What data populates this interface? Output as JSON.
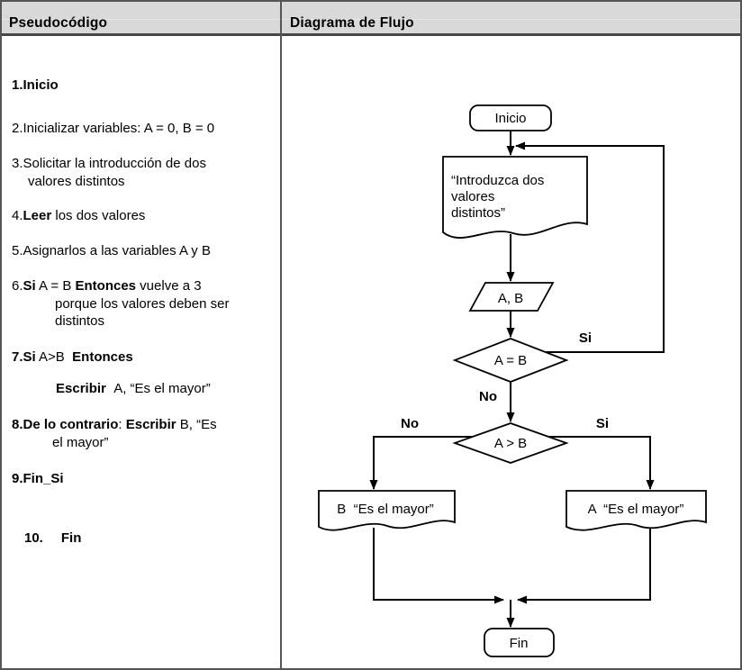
{
  "header": {
    "left": "Pseudocódigo",
    "right": "Diagrama de Flujo"
  },
  "colors": {
    "header_bg": "#d9d9d9",
    "table_border": "#555555",
    "flow_stroke": "#000000",
    "text": "#000000"
  },
  "pseudocode": {
    "item1": {
      "num": "1.",
      "text": "Inicio"
    },
    "item2": {
      "num": "2.",
      "text": "Inicializar variables: A = 0, B = 0"
    },
    "item3": {
      "num": "3.",
      "line1": "Solicitar la introducción de dos",
      "line2": "valores distintos"
    },
    "item4": {
      "num": "4.",
      "b1": "Leer",
      "t1": " los dos valores"
    },
    "item5": {
      "num": "5.",
      "text": "Asignarlos a las variables A y B"
    },
    "item6": {
      "num": "6.",
      "b1": "Si",
      "t1": " A = B ",
      "b2": "Entonces",
      "t2": " vuelve a 3",
      "line2": "porque los valores deben ser",
      "line3": "distintos"
    },
    "item7": {
      "num": "7.",
      "b1": "Si",
      "t1": " A>B  ",
      "b2": "Entonces"
    },
    "item7b": {
      "b1": "Escribir",
      "t1": "  A, “Es el mayor”"
    },
    "item8": {
      "num": "8.",
      "b1": "De lo contrario",
      "t1": ": ",
      "b2": "Escribir",
      "t2": " B, “Es",
      "line2": "el mayor”"
    },
    "item9": {
      "num": "9.",
      "text": "Fin_Si"
    },
    "item10": {
      "num": "10.",
      "text": "Fin"
    }
  },
  "flowchart": {
    "start": "Inicio",
    "prompt_doc": {
      "line1": "“Introduzca dos",
      "line2": "valores",
      "line3": "distintos”"
    },
    "input": "A, B",
    "decision1": "A = B",
    "decision1_yes": "Si",
    "decision1_no": "No",
    "decision2": "A > B",
    "decision2_no": "No",
    "decision2_yes": "Si",
    "output_b": "B  “Es el mayor”",
    "output_a": "A  “Es el mayor”",
    "end": "Fin"
  }
}
